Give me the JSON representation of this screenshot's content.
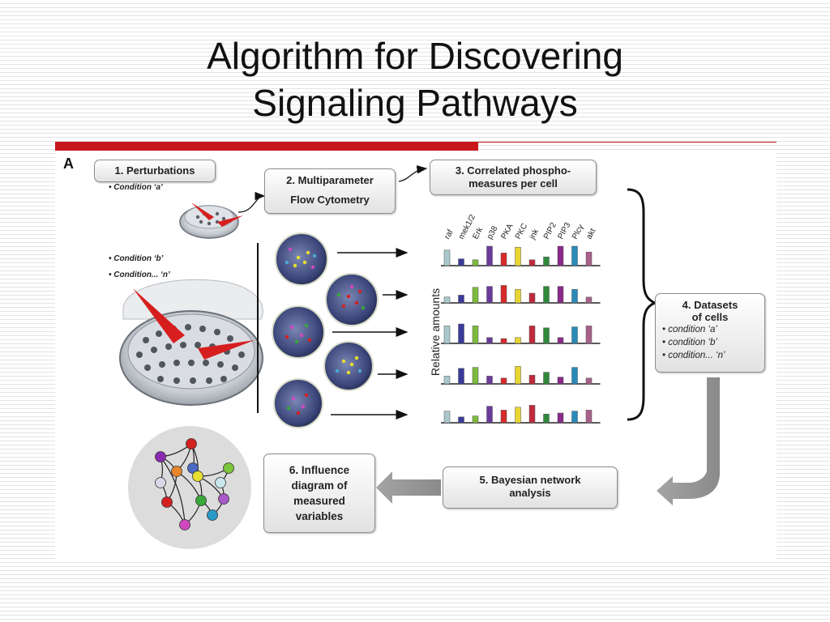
{
  "slide": {
    "title_line1": "Algorithm for Discovering",
    "title_line2": "Signaling Pathways"
  },
  "figure": {
    "panel_label": "A",
    "step1": {
      "label": "1. Perturbations",
      "condition_a": "• Condition ‘a’",
      "condition_b": "• Condition ‘b’",
      "condition_n": "• Condition... ‘n’"
    },
    "step2": {
      "line1": "2. Multiparameter",
      "line2": "Flow Cytometry"
    },
    "step3": {
      "line1": "3. Correlated phospho-",
      "line2": "measures per cell"
    },
    "step4": {
      "line1": "4. Datasets",
      "line2": "of cells",
      "items": [
        "• condition ‘a’",
        "• condition ‘b’",
        "• condition... ‘n’"
      ]
    },
    "step5": {
      "line1": "5. Bayesian network",
      "line2": "analysis"
    },
    "step6": {
      "line1": "6. Influence",
      "line2": "diagram of",
      "line3": "measured",
      "line4": "variables"
    },
    "y_axis_label": "Relative amounts",
    "variables": [
      "raf",
      "mek1/2",
      "Erk",
      "p38",
      "PKA",
      "PKC",
      "jnk",
      "PIP2",
      "PIP3",
      "Plcγ",
      "akt"
    ],
    "bar_colors": [
      "#a8c8cc",
      "#3a3a9a",
      "#7cbb3c",
      "#6a3a9a",
      "#d62a2a",
      "#e8d630",
      "#c02a3a",
      "#2e8a3a",
      "#8a2a8a",
      "#2a8ab8",
      "#a8608a"
    ]
  },
  "chart_data": {
    "type": "bar",
    "categories": [
      "raf",
      "mek1/2",
      "Erk",
      "p38",
      "PKA",
      "PKC",
      "jnk",
      "PIP2",
      "PIP3",
      "Plcγ",
      "akt"
    ],
    "ylabel": "Relative amounts",
    "series": [
      {
        "values": [
          0.8,
          0.35,
          0.3,
          1.0,
          0.65,
          0.95,
          0.3,
          0.45,
          1.0,
          1.0,
          0.7
        ]
      },
      {
        "values": [
          0.3,
          0.4,
          0.8,
          0.85,
          0.9,
          0.7,
          0.5,
          0.85,
          0.85,
          0.7,
          0.3
        ]
      },
      {
        "values": [
          0.9,
          1.0,
          0.9,
          0.3,
          0.25,
          0.3,
          0.9,
          0.8,
          0.3,
          0.85,
          0.9
        ]
      },
      {
        "values": [
          0.4,
          0.8,
          0.85,
          0.4,
          0.3,
          0.9,
          0.45,
          0.6,
          0.35,
          0.85,
          0.3
        ]
      },
      {
        "values": [
          0.6,
          0.3,
          0.35,
          0.85,
          0.65,
          0.8,
          0.9,
          0.45,
          0.5,
          0.6,
          0.65
        ]
      }
    ]
  },
  "network": {
    "nodes": [
      {
        "color": "#8a2ab0"
      },
      {
        "color": "#d42020"
      },
      {
        "color": "#7cc43c"
      },
      {
        "color": "#4a6ac4"
      },
      {
        "color": "#e8862a"
      },
      {
        "color": "#e8e030"
      },
      {
        "color": "#c8e8ec"
      },
      {
        "color": "#d8d8e8"
      },
      {
        "color": "#d42020"
      },
      {
        "color": "#3aa83a"
      },
      {
        "color": "#a858c8"
      },
      {
        "color": "#d048c0"
      },
      {
        "color": "#2a9ac8"
      }
    ]
  }
}
